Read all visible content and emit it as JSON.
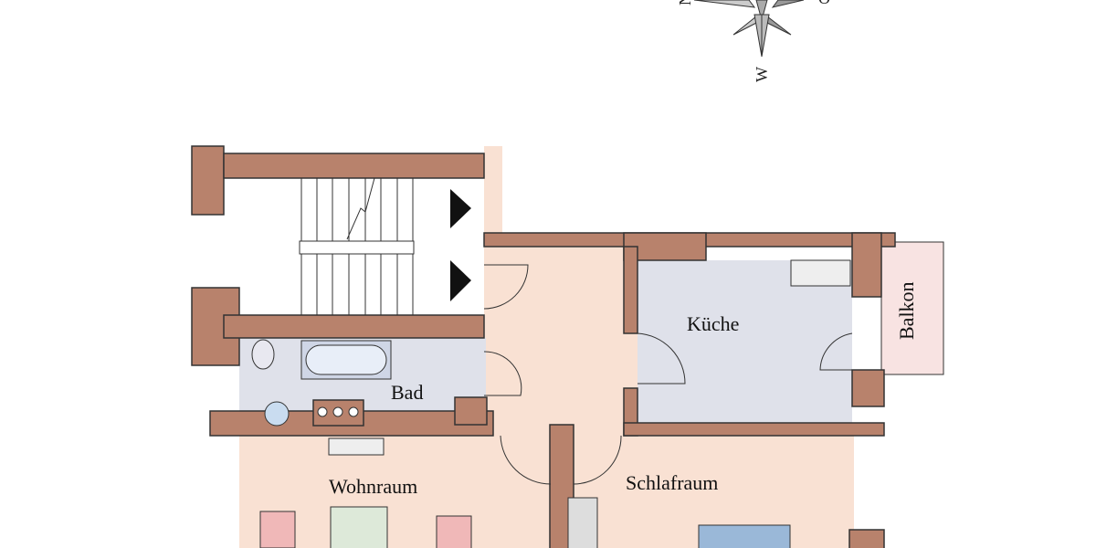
{
  "colors": {
    "wall": "#b8826c",
    "living_floor": "#f9e1d3",
    "wet_floor": "#dfe1ea",
    "balcony": "#f8e3e2",
    "stair": "#ffffff"
  },
  "compass": {
    "labels": [
      "N",
      "O",
      "W"
    ]
  },
  "rooms": {
    "bad": "Bad",
    "kueche": "Küche",
    "balkon": "Balkon",
    "wohnraum": "Wohnraum",
    "schlafraum": "Schlafraum"
  }
}
